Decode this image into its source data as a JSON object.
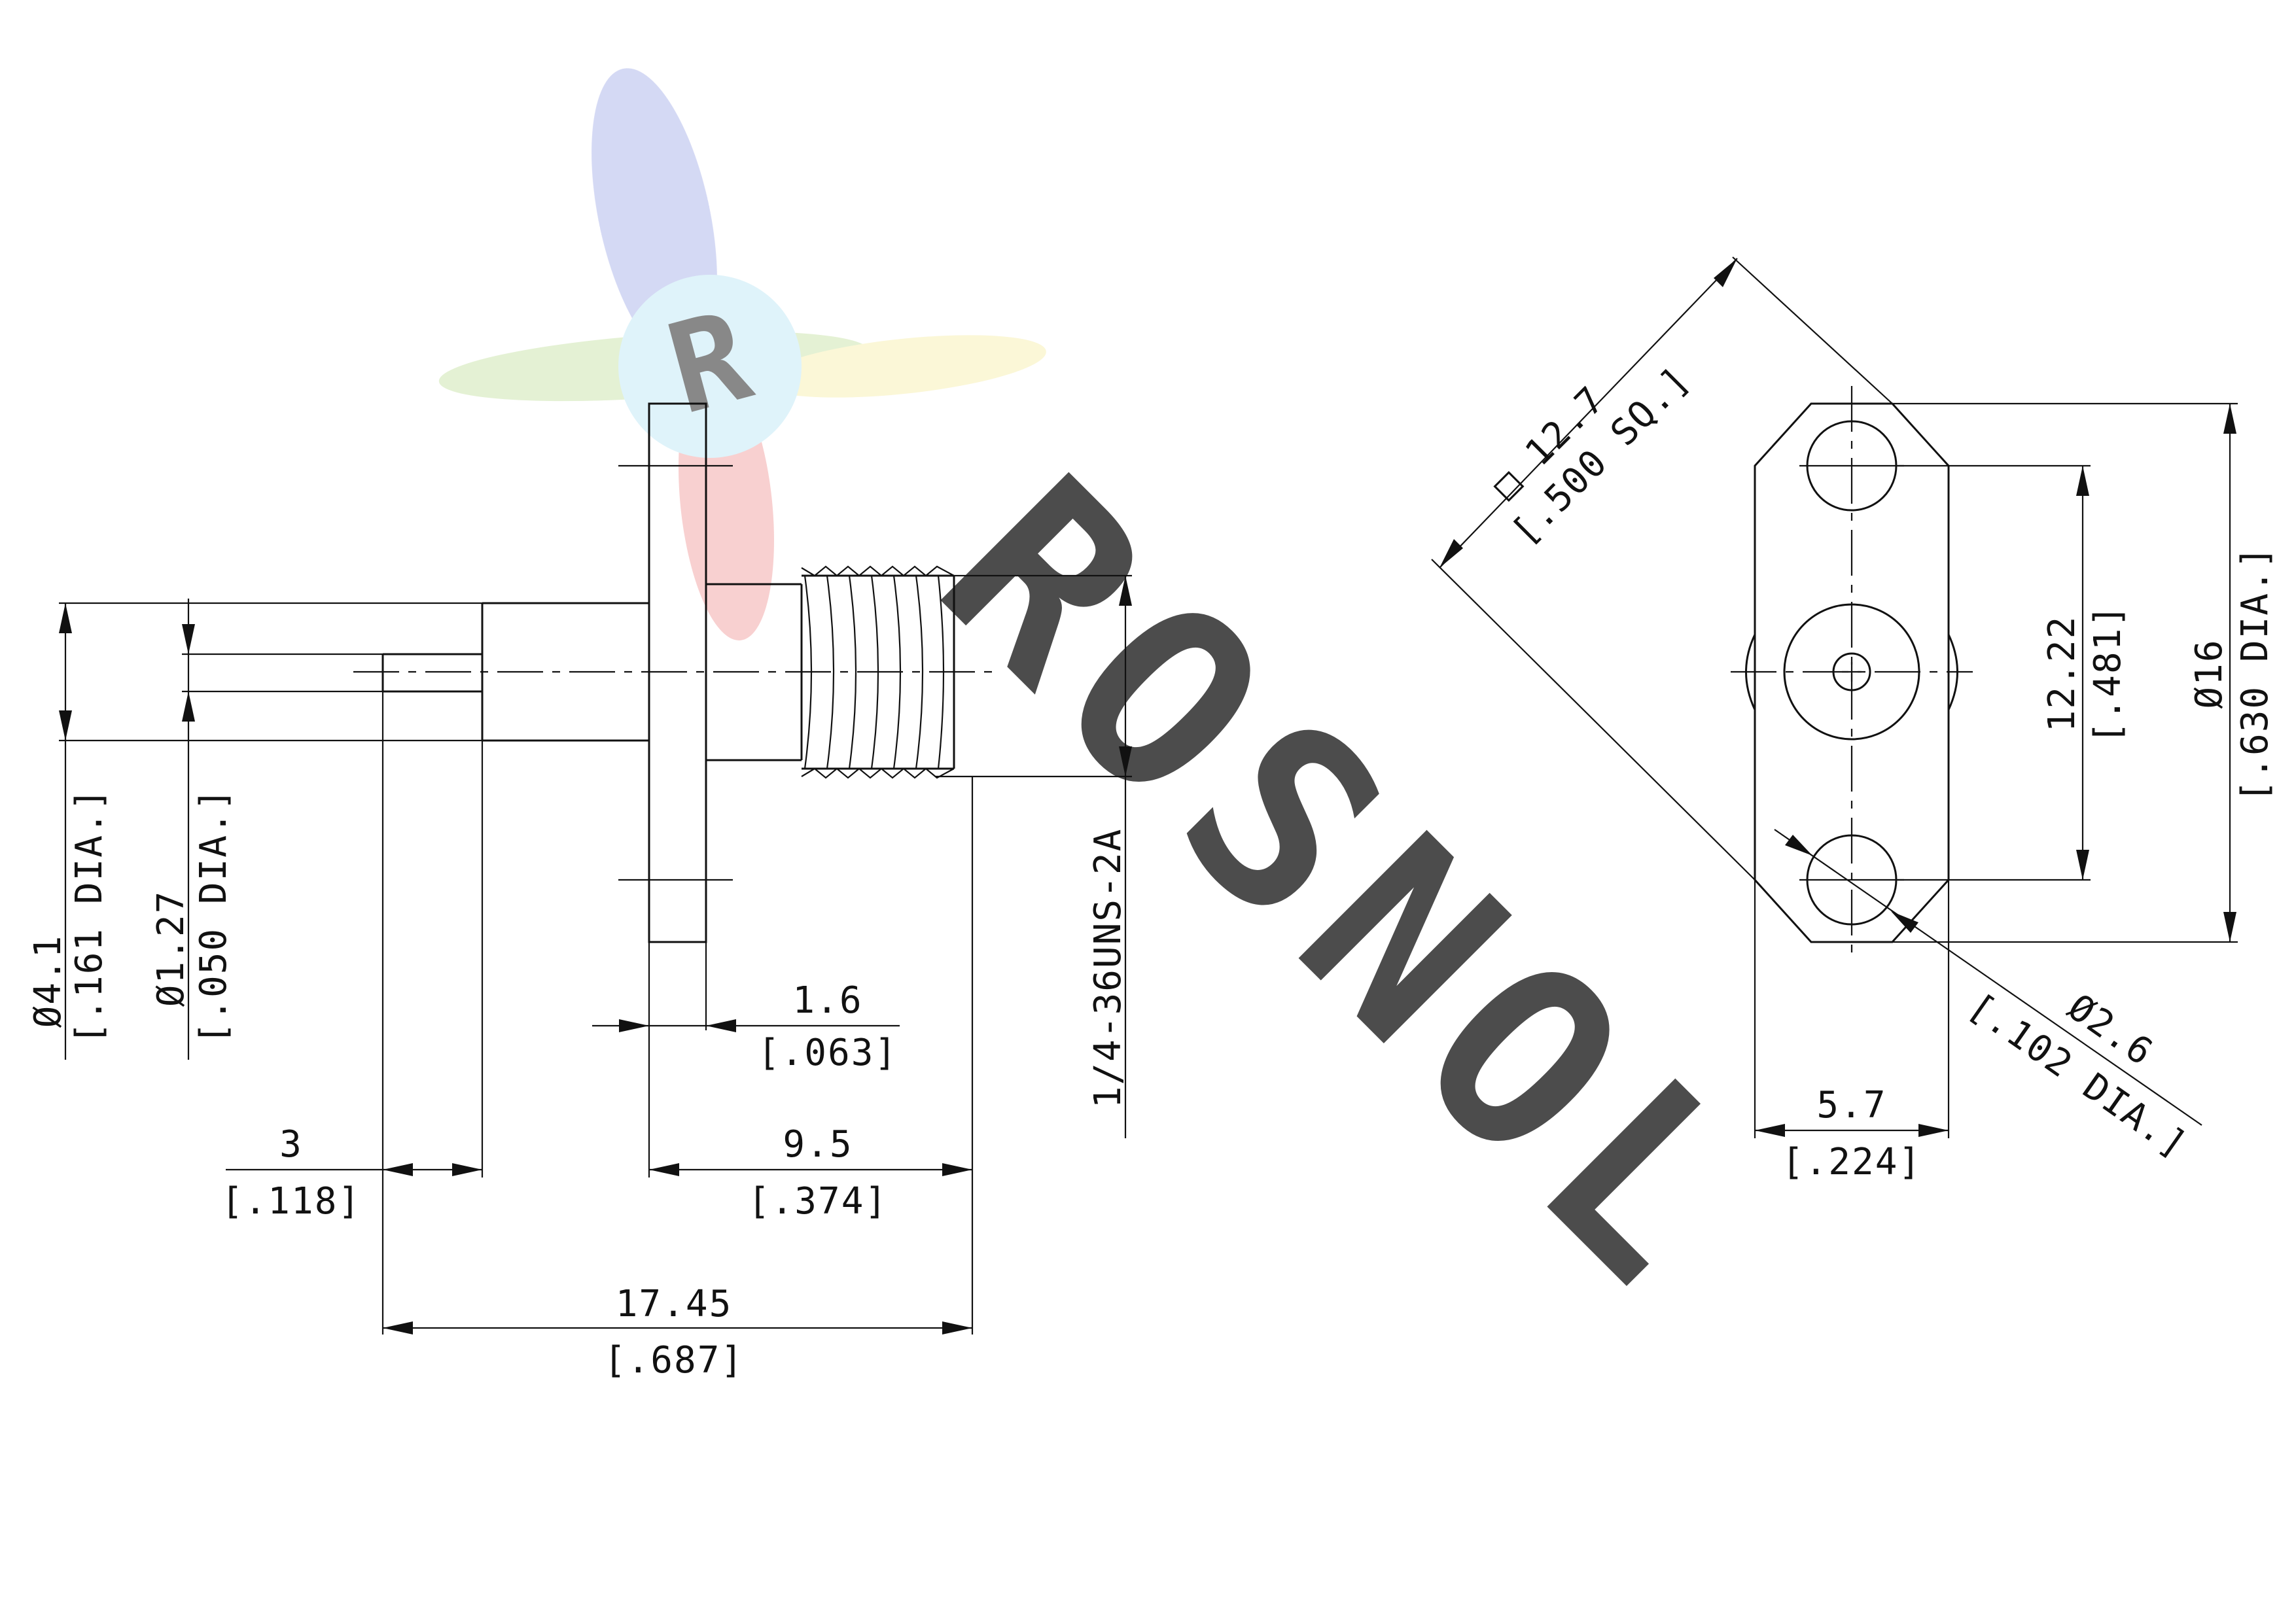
{
  "watermark": {
    "logo_letter": "R",
    "brand_text": "ROSNOL",
    "colors": {
      "blue": "#7f8fd8",
      "red": "#e85a5a",
      "green": "#9cc86a",
      "yellow": "#f2e27a",
      "cyan": "#7fd6ee"
    }
  },
  "side_view": {
    "dia_body": "Ø4.1",
    "dia_body_in": "[.161 DIA.]",
    "dia_pin": "Ø1.27",
    "dia_pin_in": "[.050 DIA.]",
    "flange_thk": "1.6",
    "flange_thk_in": "[.063]",
    "thread_spec": "1/4-36UNS-2A",
    "pin_len": "3",
    "pin_len_in": "[.118]",
    "thread_len": "9.5",
    "thread_len_in": "[.374]",
    "overall_len": "17.45",
    "overall_len_in": "[.687]"
  },
  "front_view": {
    "square": "□ 12.7",
    "square_in": "[.500 SQ.]",
    "hole_spacing": "12.22",
    "hole_spacing_in": "[.481]",
    "flange_dia": "Ø16",
    "flange_dia_in": "[.630 DIA.]",
    "hole_dia": "Ø2.6",
    "hole_dia_in": "[.102 DIA.]",
    "flange_width": "5.7",
    "flange_width_in": "[.224]"
  }
}
